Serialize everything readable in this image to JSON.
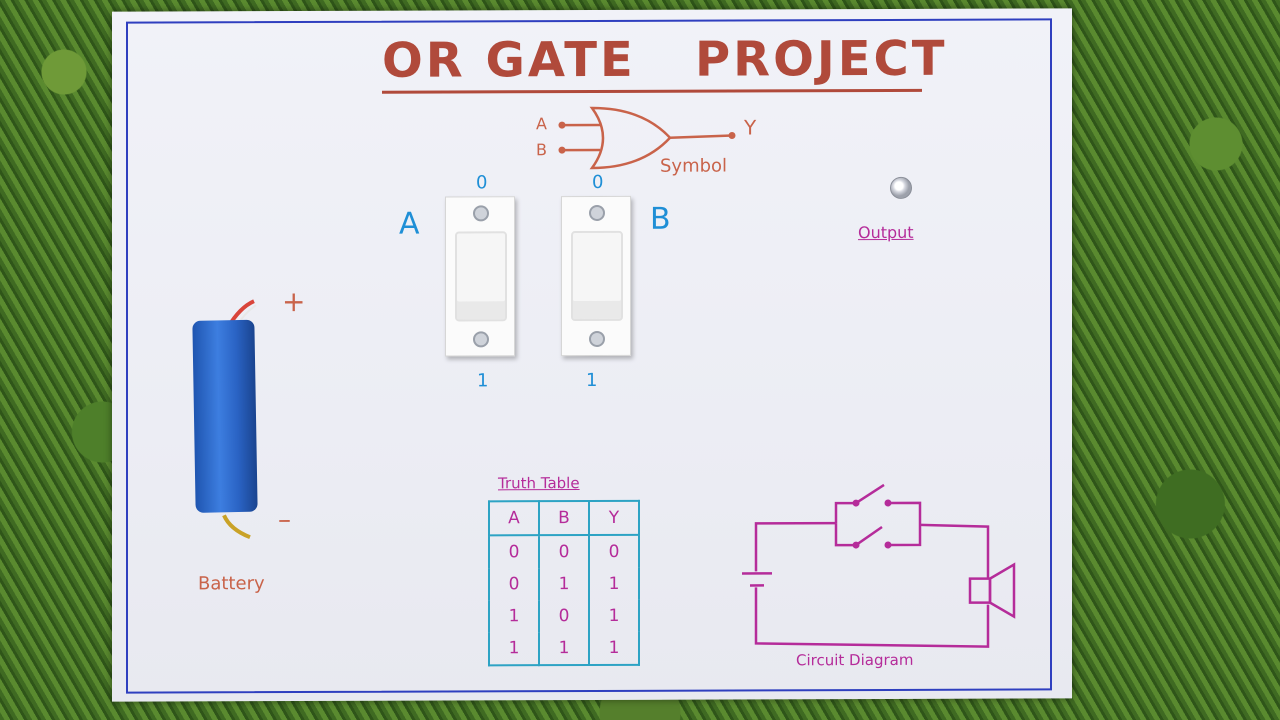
{
  "title": "OR GATE   PROJECT",
  "symbol": {
    "label": "Symbol",
    "input_a": "A",
    "input_b": "B",
    "output": "Y"
  },
  "switches": {
    "a": {
      "name": "A",
      "off_label": "0",
      "on_label": "1"
    },
    "b": {
      "name": "B",
      "off_label": "0",
      "on_label": "1"
    }
  },
  "output_label": "Output",
  "battery": {
    "label": "Battery",
    "plus": "+",
    "minus": "–"
  },
  "truth_table": {
    "title": "Truth Table",
    "headers": [
      "A",
      "B",
      "Y"
    ],
    "rows": [
      [
        "0",
        "0",
        "0"
      ],
      [
        "0",
        "1",
        "1"
      ],
      [
        "1",
        "0",
        "1"
      ],
      [
        "1",
        "1",
        "1"
      ]
    ]
  },
  "circuit_label": "Circuit Diagram",
  "colors": {
    "title": "#b04a3b",
    "border": "#2f3fbf",
    "magenta": "#b52c9a",
    "blue": "#1f8fd6"
  }
}
